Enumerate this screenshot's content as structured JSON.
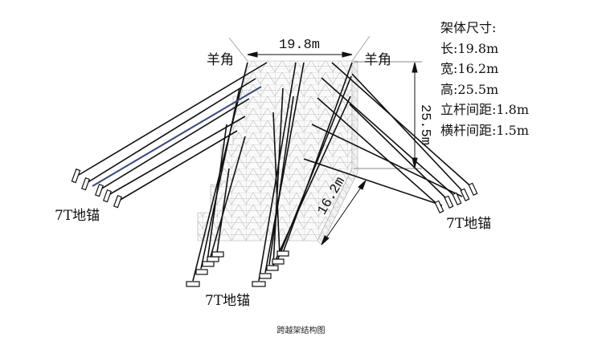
{
  "diagram": {
    "caption": "跨越架结构图",
    "labels": {
      "horn_left": "羊角",
      "horn_right": "羊角",
      "anchor_left": "7T地锚",
      "anchor_bottom": "7T地锚",
      "anchor_right": "7T地锚"
    },
    "dimensions": {
      "width": "19.8m",
      "height": "25.5m",
      "depth": "16.2m"
    },
    "specs": {
      "title": "架体尺寸:",
      "items": [
        "长:19.8m",
        "宽:16.2m",
        "高:25.5m",
        "立杆间距:1.8m",
        "横杆间距:1.5m"
      ]
    },
    "colors": {
      "line": "#111111",
      "mesh": "#bbbbbb",
      "highlight": "#3a4a7a"
    }
  }
}
